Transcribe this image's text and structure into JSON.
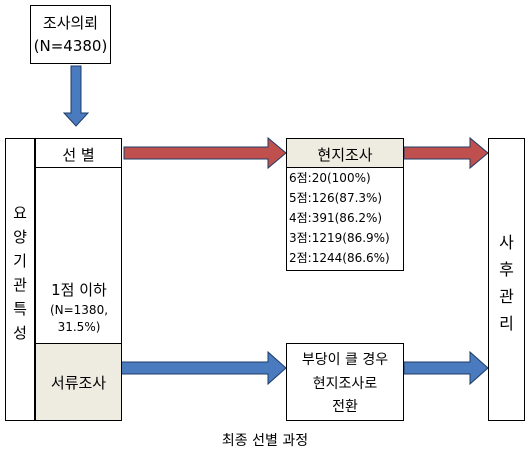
{
  "request": {
    "title": "조사의뢰",
    "count": "(N=4380)"
  },
  "left_column_label": [
    "요",
    "양",
    "기",
    "관",
    "특",
    "성"
  ],
  "selection": {
    "label": "선 별"
  },
  "low_score": {
    "title": "1점 이하",
    "count_line1": "(N=1380,",
    "count_line2": "31.5%)"
  },
  "document_review": {
    "label": "서류조사"
  },
  "onsite": {
    "title": "현지조사",
    "rows": [
      "6점:20(100%)",
      "5점:126(87.3%)",
      "4점:391(86.2%)",
      "3점:1219(86.9%)",
      "2점:1244(86.6%)"
    ]
  },
  "conversion": {
    "line1": "부당이 클 경우",
    "line2": "현지조사로",
    "line3": "전환"
  },
  "followup": {
    "chars": [
      "사",
      "후",
      "관",
      "리"
    ]
  },
  "caption": "최종 선별 과정",
  "colors": {
    "blue_arrow": "#4a7bbf",
    "red_arrow": "#c0504d",
    "shade": "#eeece1"
  }
}
